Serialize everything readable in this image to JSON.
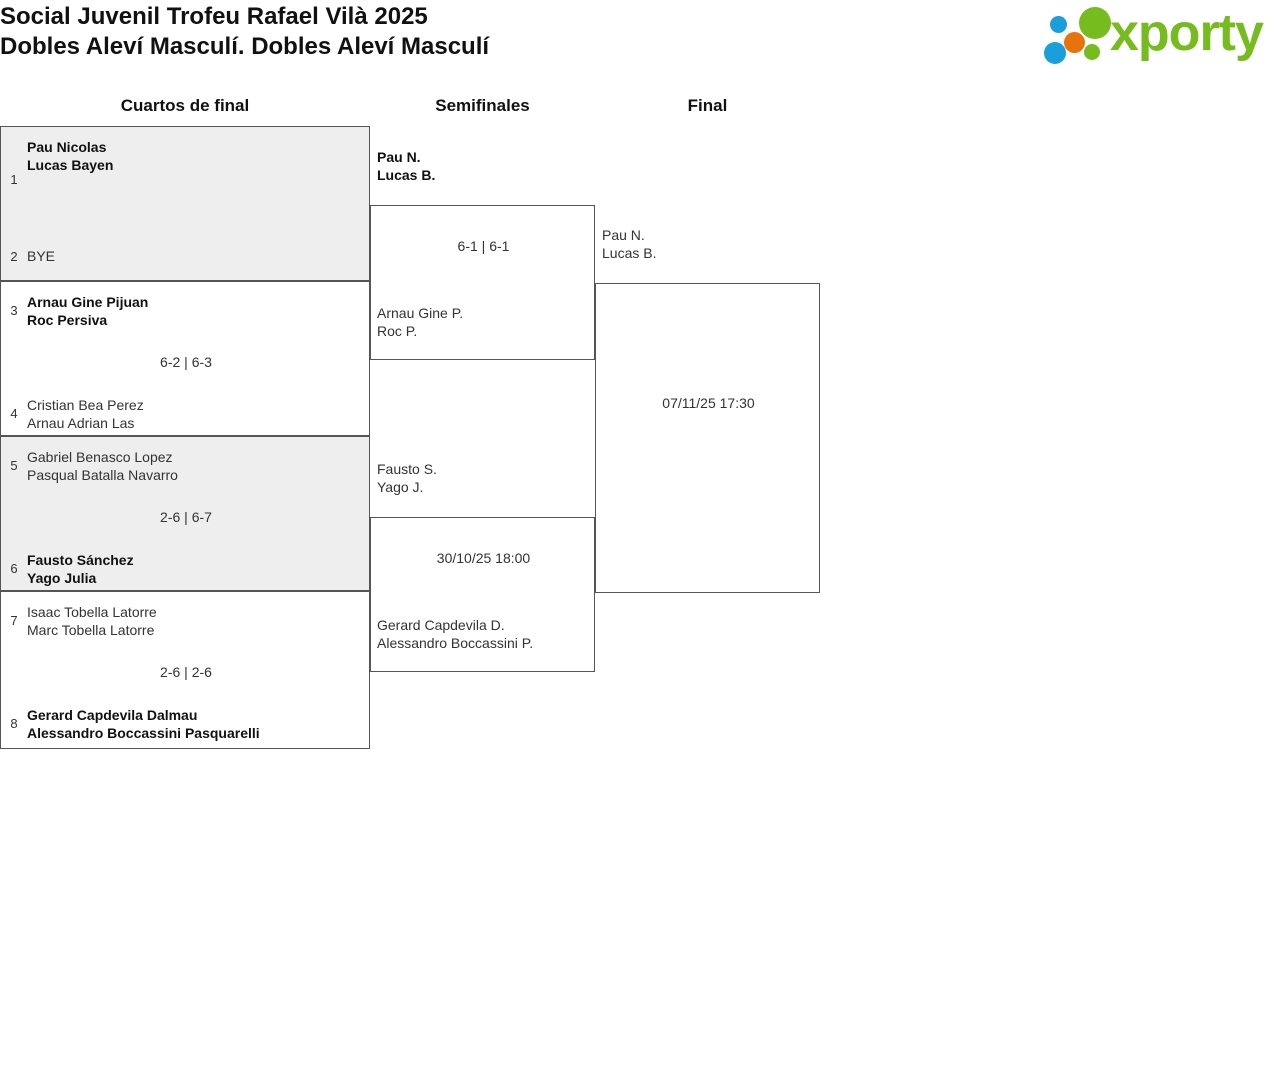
{
  "header": {
    "title_line1": "Social Juvenil Trofeu Rafael Vilà 2025",
    "title_line2": "Dobles Aleví Masculí. Dobles Aleví Masculí",
    "logo_text": "xporty",
    "brand_colors": {
      "green": "#77bc1f",
      "blue": "#1b9fda",
      "orange": "#e8720c"
    }
  },
  "rounds": [
    {
      "label": "Cuartos de final"
    },
    {
      "label": "Semifinales"
    },
    {
      "label": "Final"
    }
  ],
  "quarterfinals": [
    {
      "top": {
        "seed": "1",
        "player1": "Pau Nicolas",
        "player2": "Lucas Bayen",
        "winner": true
      },
      "bottom": {
        "seed": "2",
        "player1": "BYE",
        "player2": "",
        "winner": false
      },
      "result": "",
      "shaded": true
    },
    {
      "top": {
        "seed": "3",
        "player1": "Arnau Gine Pijuan",
        "player2": "Roc Persiva",
        "winner": true
      },
      "bottom": {
        "seed": "4",
        "player1": "Cristian Bea Perez",
        "player2": "Arnau Adrian Las",
        "winner": false
      },
      "result": "6-2 | 6-3",
      "shaded": false
    },
    {
      "top": {
        "seed": "5",
        "player1": "Gabriel Benasco Lopez",
        "player2": "Pasqual Batalla Navarro",
        "winner": false
      },
      "bottom": {
        "seed": "6",
        "player1": "Fausto Sánchez",
        "player2": "Yago Julia",
        "winner": true
      },
      "result": "2-6 | 6-7",
      "shaded": true
    },
    {
      "top": {
        "seed": "7",
        "player1": "Isaac Tobella Latorre",
        "player2": "Marc Tobella Latorre",
        "winner": false
      },
      "bottom": {
        "seed": "8",
        "player1": "Gerard Capdevila Dalmau",
        "player2": "Alessandro Boccassini Pasquarelli",
        "winner": true
      },
      "result": "2-6 | 2-6",
      "shaded": false
    }
  ],
  "semifinals": [
    {
      "top": {
        "player1": "Pau N.",
        "player2": "Lucas B.",
        "winner": true
      },
      "bottom": {
        "player1": "Arnau Gine P.",
        "player2": "Roc P.",
        "winner": false
      },
      "result": "6-1 | 6-1"
    },
    {
      "top": {
        "player1": "Fausto S.",
        "player2": "Yago J.",
        "winner": false
      },
      "bottom": {
        "player1": "Gerard Capdevila D.",
        "player2": "Alessandro Boccassini P.",
        "winner": false
      },
      "result": "30/10/25 18:00"
    }
  ],
  "final": {
    "top": {
      "player1": "Pau N.",
      "player2": "Lucas B.",
      "winner": false
    },
    "bottom": {
      "player1": "",
      "player2": "",
      "winner": false
    },
    "result": "07/11/25 17:30"
  }
}
